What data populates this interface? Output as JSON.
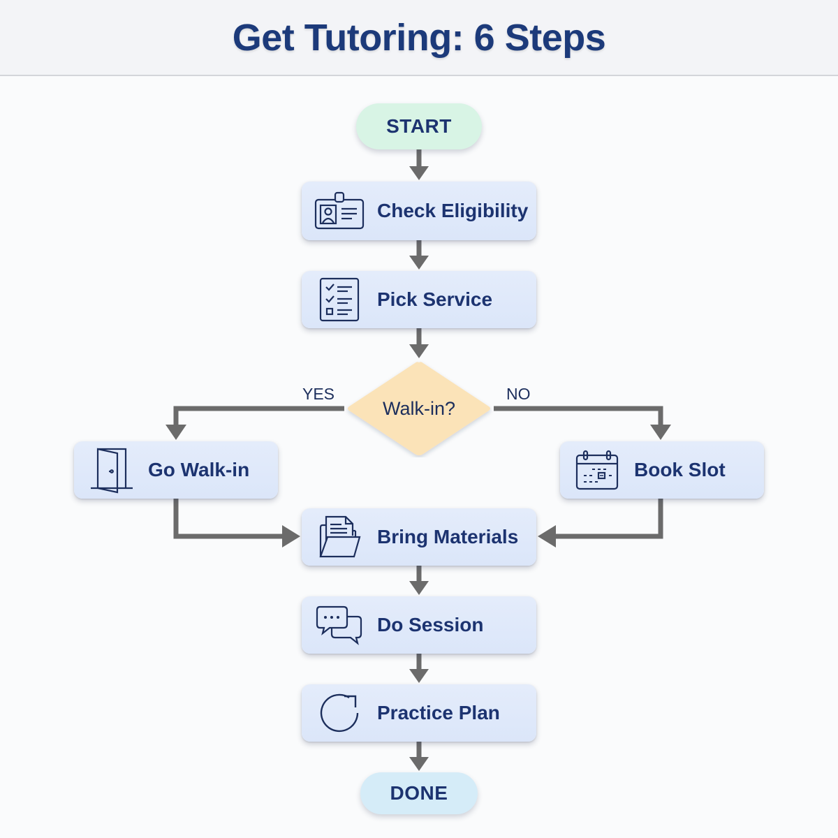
{
  "header": {
    "title": "Get Tutoring: 6 Steps"
  },
  "colors": {
    "title": "#1c3a7a",
    "text": "#1c3370",
    "step_fill": "#dde7fa",
    "start_fill": "#d8f4e5",
    "done_fill": "#d5ecf8",
    "decision_fill": "#fbe3b8",
    "connector": "#6b6b6b"
  },
  "flow": {
    "start": {
      "label": "START"
    },
    "steps": [
      {
        "id": "check-eligibility",
        "label": "Check Eligibility",
        "icon": "id-badge-icon"
      },
      {
        "id": "pick-service",
        "label": "Pick Service",
        "icon": "checklist-icon"
      }
    ],
    "decision": {
      "label": "Walk-in?",
      "yes_label": "YES",
      "no_label": "NO"
    },
    "branches": {
      "yes": {
        "label": "Go Walk-in",
        "icon": "door-icon"
      },
      "no": {
        "label": "Book Slot",
        "icon": "calendar-icon"
      }
    },
    "merge_steps": [
      {
        "id": "bring-materials",
        "label": "Bring Materials",
        "icon": "folder-document-icon"
      },
      {
        "id": "do-session",
        "label": "Do Session",
        "icon": "chat-bubbles-icon"
      },
      {
        "id": "practice-plan",
        "label": "Practice Plan",
        "icon": "refresh-icon"
      }
    ],
    "end": {
      "label": "DONE"
    }
  }
}
